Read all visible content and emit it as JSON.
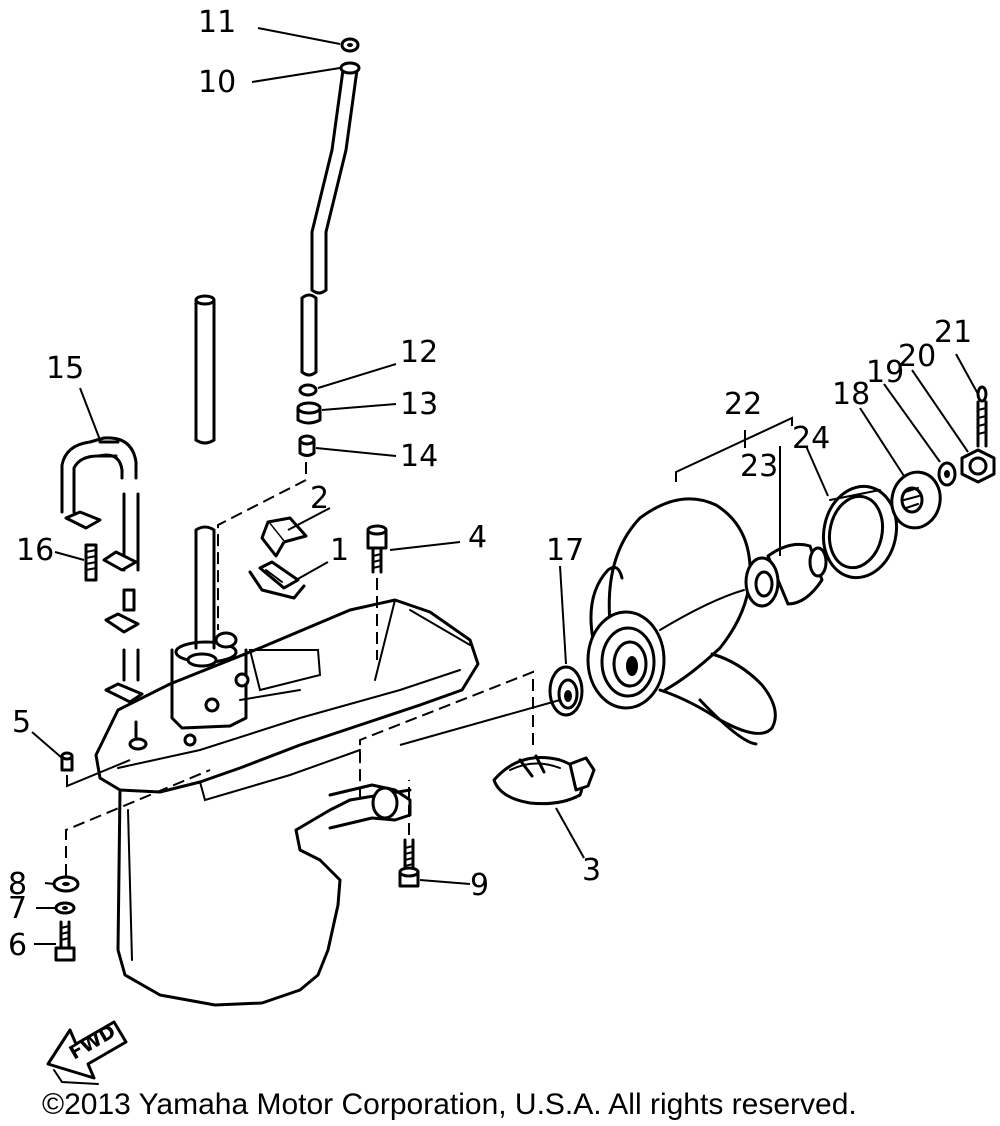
{
  "diagram": {
    "callouts": [
      {
        "id": "c1",
        "text": "1"
      },
      {
        "id": "c2",
        "text": "2"
      },
      {
        "id": "c3",
        "text": "3"
      },
      {
        "id": "c4",
        "text": "4"
      },
      {
        "id": "c5",
        "text": "5"
      },
      {
        "id": "c6",
        "text": "6"
      },
      {
        "id": "c7",
        "text": "7"
      },
      {
        "id": "c8",
        "text": "8"
      },
      {
        "id": "c9",
        "text": "9"
      },
      {
        "id": "c10",
        "text": "10"
      },
      {
        "id": "c11",
        "text": "11"
      },
      {
        "id": "c12",
        "text": "12"
      },
      {
        "id": "c13",
        "text": "13"
      },
      {
        "id": "c14",
        "text": "14"
      },
      {
        "id": "c15",
        "text": "15"
      },
      {
        "id": "c16",
        "text": "16"
      },
      {
        "id": "c17",
        "text": "17"
      },
      {
        "id": "c18",
        "text": "18"
      },
      {
        "id": "c19",
        "text": "19"
      },
      {
        "id": "c20",
        "text": "20"
      },
      {
        "id": "c21",
        "text": "21"
      },
      {
        "id": "c22",
        "text": "22"
      },
      {
        "id": "c23",
        "text": "23"
      },
      {
        "id": "c24",
        "text": "24"
      }
    ],
    "fwd_arrow_label": "FWD",
    "copyright": "©2013 Yamaha Motor Corporation, U.S.A. All rights reserved."
  }
}
